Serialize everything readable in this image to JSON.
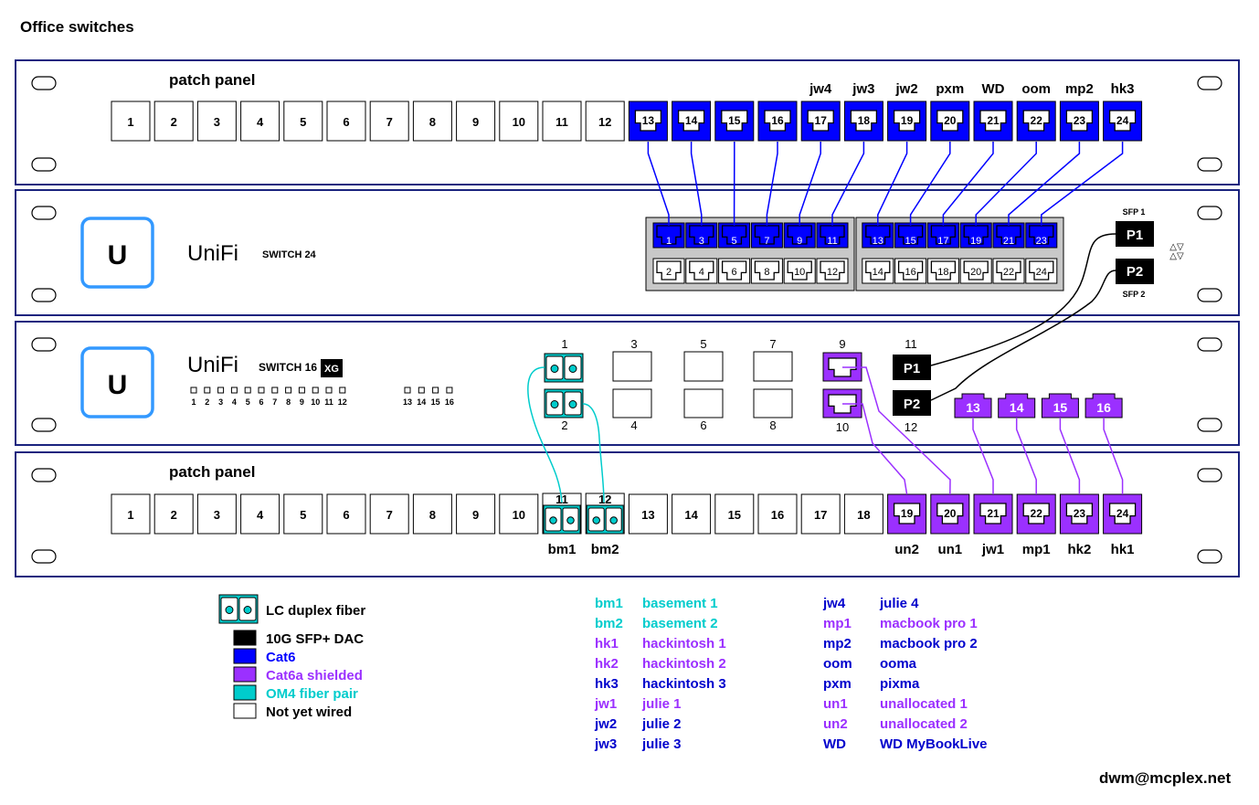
{
  "title": "Office switches",
  "footer": "dwm@mcplex.net",
  "colors": {
    "cat6": "#0000ff",
    "cat6a": "#9b30ff",
    "om4": "#00cccc",
    "dac": "#000000",
    "rack_border": "#1a237e",
    "panel_gray": "#c8c8c8",
    "unifi_blue": "#3399ff"
  },
  "top_patch_panel": {
    "label": "patch panel",
    "ports": [
      {
        "n": "1",
        "type": "none",
        "label": ""
      },
      {
        "n": "2",
        "type": "none",
        "label": ""
      },
      {
        "n": "3",
        "type": "none",
        "label": ""
      },
      {
        "n": "4",
        "type": "none",
        "label": ""
      },
      {
        "n": "5",
        "type": "none",
        "label": ""
      },
      {
        "n": "6",
        "type": "none",
        "label": ""
      },
      {
        "n": "7",
        "type": "none",
        "label": ""
      },
      {
        "n": "8",
        "type": "none",
        "label": ""
      },
      {
        "n": "9",
        "type": "none",
        "label": ""
      },
      {
        "n": "10",
        "type": "none",
        "label": ""
      },
      {
        "n": "11",
        "type": "none",
        "label": ""
      },
      {
        "n": "12",
        "type": "none",
        "label": ""
      },
      {
        "n": "13",
        "type": "cat6",
        "label": ""
      },
      {
        "n": "14",
        "type": "cat6",
        "label": ""
      },
      {
        "n": "15",
        "type": "cat6",
        "label": ""
      },
      {
        "n": "16",
        "type": "cat6",
        "label": ""
      },
      {
        "n": "17",
        "type": "cat6",
        "label": "jw4"
      },
      {
        "n": "18",
        "type": "cat6",
        "label": "jw3"
      },
      {
        "n": "19",
        "type": "cat6",
        "label": "jw2"
      },
      {
        "n": "20",
        "type": "cat6",
        "label": "pxm"
      },
      {
        "n": "21",
        "type": "cat6",
        "label": "WD"
      },
      {
        "n": "22",
        "type": "cat6",
        "label": "oom"
      },
      {
        "n": "23",
        "type": "cat6",
        "label": "mp2"
      },
      {
        "n": "24",
        "type": "cat6",
        "label": "hk3"
      }
    ]
  },
  "switch24": {
    "logo_letter": "U",
    "brand": "UniFi",
    "model": "SWITCH 24",
    "ports_top": [
      "1",
      "3",
      "5",
      "7",
      "9",
      "11",
      "13",
      "15",
      "17",
      "19",
      "21",
      "23"
    ],
    "ports_bottom": [
      "2",
      "4",
      "6",
      "8",
      "10",
      "12",
      "14",
      "16",
      "18",
      "20",
      "22",
      "24"
    ],
    "sfp1_caption": "SFP 1",
    "sfp2_caption": "SFP 2",
    "sfp1": "P1",
    "sfp2": "P2",
    "uplink_arrows": "△▽\n△▽"
  },
  "switch16": {
    "logo_letter": "U",
    "brand": "UniFi",
    "model": "SWITCH 16",
    "model_badge": "XG",
    "leds_a": [
      "1",
      "2",
      "3",
      "4",
      "5",
      "6",
      "7",
      "8",
      "9",
      "10",
      "11",
      "12"
    ],
    "leds_b": [
      "13",
      "14",
      "15",
      "16"
    ],
    "sfp_ports": [
      {
        "n": "1",
        "fiber": true
      },
      {
        "n": "2",
        "fiber": true
      },
      {
        "n": "3",
        "fiber": false
      },
      {
        "n": "4",
        "fiber": false
      },
      {
        "n": "5",
        "fiber": false
      },
      {
        "n": "6",
        "fiber": false
      },
      {
        "n": "7",
        "fiber": false
      },
      {
        "n": "8",
        "fiber": false
      }
    ],
    "rj45_9": "9",
    "rj45_10": "10",
    "dac_11": "11",
    "dac_12": "12",
    "dac_p1": "P1",
    "dac_p2": "P2",
    "rj45_ports": [
      "13",
      "14",
      "15",
      "16"
    ]
  },
  "bottom_patch_panel": {
    "label": "patch panel",
    "ports": [
      {
        "n": "1",
        "type": "none",
        "label": ""
      },
      {
        "n": "2",
        "type": "none",
        "label": ""
      },
      {
        "n": "3",
        "type": "none",
        "label": ""
      },
      {
        "n": "4",
        "type": "none",
        "label": ""
      },
      {
        "n": "5",
        "type": "none",
        "label": ""
      },
      {
        "n": "6",
        "type": "none",
        "label": ""
      },
      {
        "n": "7",
        "type": "none",
        "label": ""
      },
      {
        "n": "8",
        "type": "none",
        "label": ""
      },
      {
        "n": "9",
        "type": "none",
        "label": ""
      },
      {
        "n": "10",
        "type": "none",
        "label": ""
      },
      {
        "n": "11",
        "type": "fiber",
        "label": "bm1"
      },
      {
        "n": "12",
        "type": "fiber",
        "label": "bm2"
      },
      {
        "n": "13",
        "type": "none",
        "label": ""
      },
      {
        "n": "14",
        "type": "none",
        "label": ""
      },
      {
        "n": "15",
        "type": "none",
        "label": ""
      },
      {
        "n": "16",
        "type": "none",
        "label": ""
      },
      {
        "n": "17",
        "type": "none",
        "label": ""
      },
      {
        "n": "18",
        "type": "none",
        "label": ""
      },
      {
        "n": "19",
        "type": "cat6a",
        "label": "un2"
      },
      {
        "n": "20",
        "type": "cat6a",
        "label": "un1"
      },
      {
        "n": "21",
        "type": "cat6a",
        "label": "jw1"
      },
      {
        "n": "22",
        "type": "cat6a",
        "label": "mp1"
      },
      {
        "n": "23",
        "type": "cat6a",
        "label": "hk2"
      },
      {
        "n": "24",
        "type": "cat6a",
        "label": "hk1"
      }
    ]
  },
  "legend": [
    {
      "kind": "fiber_icon",
      "label": "LC duplex fiber"
    },
    {
      "kind": "dac",
      "label": "10G SFP+ DAC"
    },
    {
      "kind": "cat6",
      "label": "Cat6"
    },
    {
      "kind": "cat6a",
      "label": "Cat6a shielded"
    },
    {
      "kind": "om4",
      "label": "OM4 fiber pair"
    },
    {
      "kind": "none",
      "label": "Not yet wired"
    }
  ],
  "abbreviations_left": [
    {
      "abbr": "bm1",
      "name": "basement 1",
      "kind": "om4"
    },
    {
      "abbr": "bm2",
      "name": "basement 2",
      "kind": "om4"
    },
    {
      "abbr": "hk1",
      "name": "hackintosh 1",
      "kind": "cat6a"
    },
    {
      "abbr": "hk2",
      "name": "hackintosh 2",
      "kind": "cat6a"
    },
    {
      "abbr": "hk3",
      "name": "hackintosh 3",
      "kind": "cat6"
    },
    {
      "abbr": "jw1",
      "name": "julie 1",
      "kind": "cat6a"
    },
    {
      "abbr": "jw2",
      "name": "julie 2",
      "kind": "cat6"
    },
    {
      "abbr": "jw3",
      "name": "julie 3",
      "kind": "cat6"
    }
  ],
  "abbreviations_right": [
    {
      "abbr": "jw4",
      "name": "julie 4",
      "kind": "cat6"
    },
    {
      "abbr": "mp1",
      "name": "macbook pro 1",
      "kind": "cat6a"
    },
    {
      "abbr": "mp2",
      "name": "macbook pro 2",
      "kind": "cat6"
    },
    {
      "abbr": "oom",
      "name": "ooma",
      "kind": "cat6"
    },
    {
      "abbr": "pxm",
      "name": "pixma",
      "kind": "cat6"
    },
    {
      "abbr": "un1",
      "name": "unallocated 1",
      "kind": "cat6a"
    },
    {
      "abbr": "un2",
      "name": "unallocated 2",
      "kind": "cat6a"
    },
    {
      "abbr": "WD",
      "name": "WD MyBookLive",
      "kind": "cat6"
    }
  ]
}
